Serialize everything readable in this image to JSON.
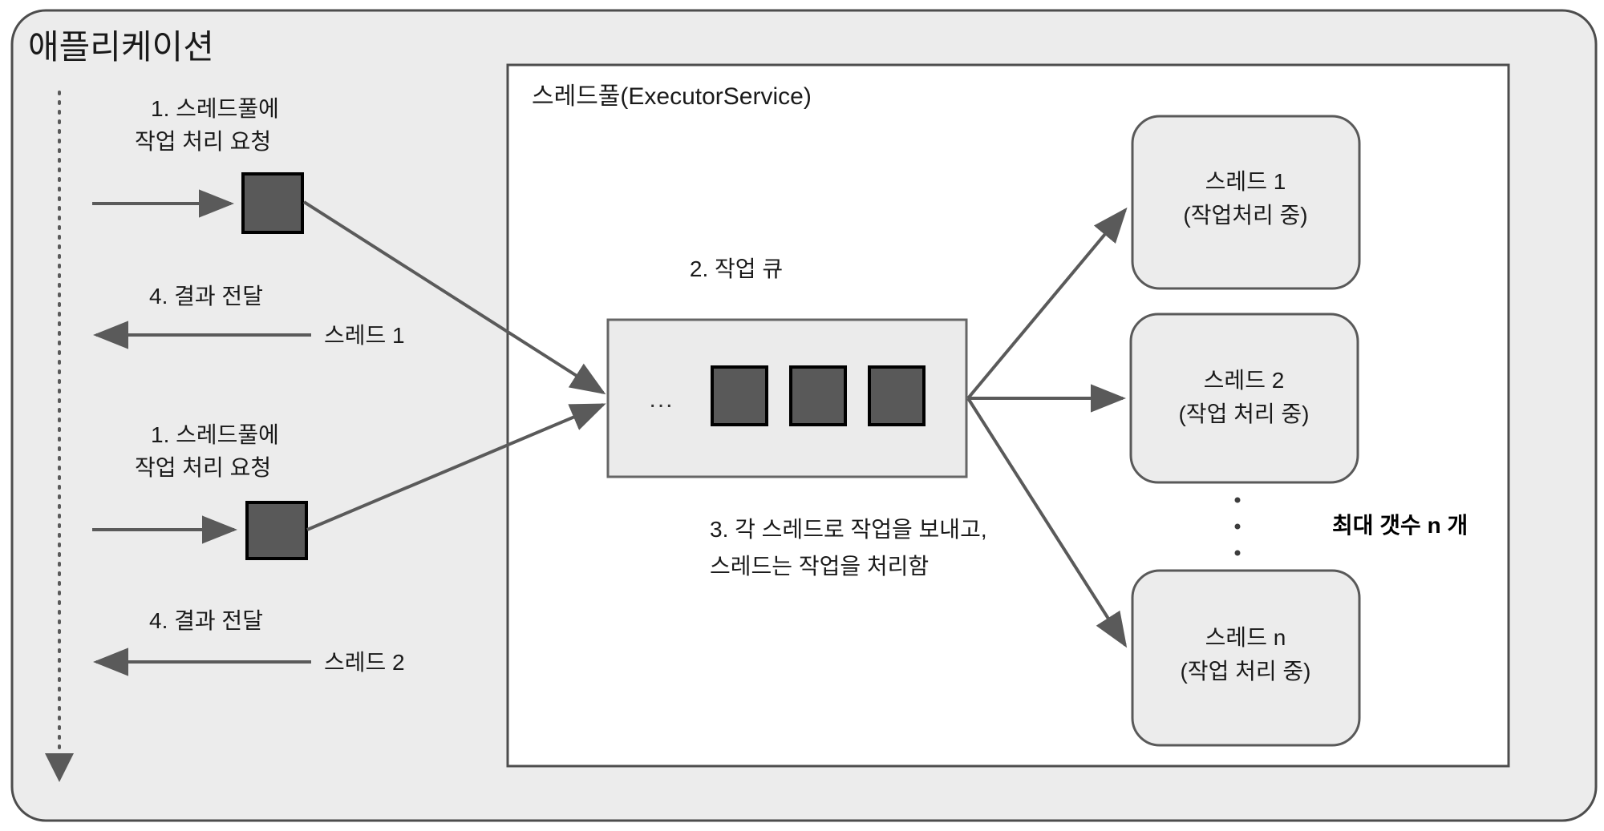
{
  "diagram": {
    "title": "애플리케이션",
    "pool": {
      "title": "스레드풀(ExecutorService)",
      "queue": {
        "caption": "2. 작업 큐",
        "ellipsis": "...",
        "task_count": 3
      },
      "dispatch_note_line1": "3. 각 스레드로 작업을 보내고,",
      "dispatch_note_line2": "스레드는 작업을 처리함",
      "capacity_note": "최대 갯수 n 개",
      "vertical_ellipsis": "·",
      "threads": [
        {
          "name": "스레드 1",
          "state": "(작업처리 중)"
        },
        {
          "name": "스레드 2",
          "state": "(작업 처리 중)"
        },
        {
          "name": "스레드 n",
          "state": "(작업 처리 중)"
        }
      ]
    },
    "requests": [
      {
        "note_line1": "1. 스레드풀에",
        "note_line2": "작업 처리 요청"
      },
      {
        "note_line1": "1. 스레드풀에",
        "note_line2": "작업 처리 요청"
      }
    ],
    "results": [
      {
        "note": "4. 결과 전달",
        "thread": "스레드 1"
      },
      {
        "note": "4. 결과 전달",
        "thread": "스레드 2"
      }
    ],
    "colors": {
      "shell_fill": "#ececec",
      "shell_stroke": "#4d4d4d",
      "pool_fill": "#ffffff",
      "queue_fill": "#ebebeb",
      "task_fill": "#595959",
      "line": "#5a5a5a",
      "text": "#1a1a1a"
    }
  }
}
